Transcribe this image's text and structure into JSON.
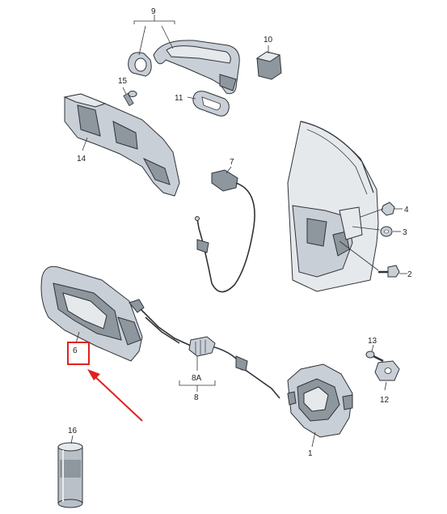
{
  "callouts": {
    "c1": "1",
    "c2": "2",
    "c3": "3",
    "c4": "4",
    "c6": "6",
    "c7": "7",
    "c8": "8",
    "c8a": "8A",
    "c9": "9",
    "c10": "10",
    "c11": "11",
    "c12": "12",
    "c13": "13",
    "c14": "14",
    "c15": "15",
    "c16": "16"
  },
  "colors": {
    "highlight": "#e02020",
    "part_fill": "#c9cfd6",
    "line": "#333333"
  }
}
